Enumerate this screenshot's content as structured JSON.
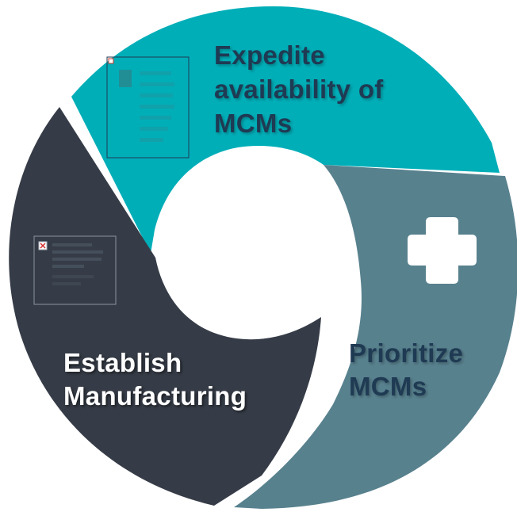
{
  "segments": [
    {
      "id": "expedite",
      "lines": [
        "Expedite",
        "availability of",
        "MCMs"
      ],
      "fill": "#00aeb8",
      "text_color": "#1f3a53"
    },
    {
      "id": "prioritize",
      "lines": [
        "Prioritize",
        "MCMs"
      ],
      "fill": "#58818e",
      "text_color": "#1f3a53",
      "icon": "medical-cross-icon"
    },
    {
      "id": "establish",
      "lines": [
        "Establish",
        "Manufacturing"
      ],
      "fill": "#363c47",
      "text_color": "#ffffff"
    }
  ],
  "placeholders": [
    {
      "segment": "expedite",
      "icon": "broken-image-icon"
    },
    {
      "segment": "establish",
      "icon": "broken-image-icon"
    }
  ]
}
